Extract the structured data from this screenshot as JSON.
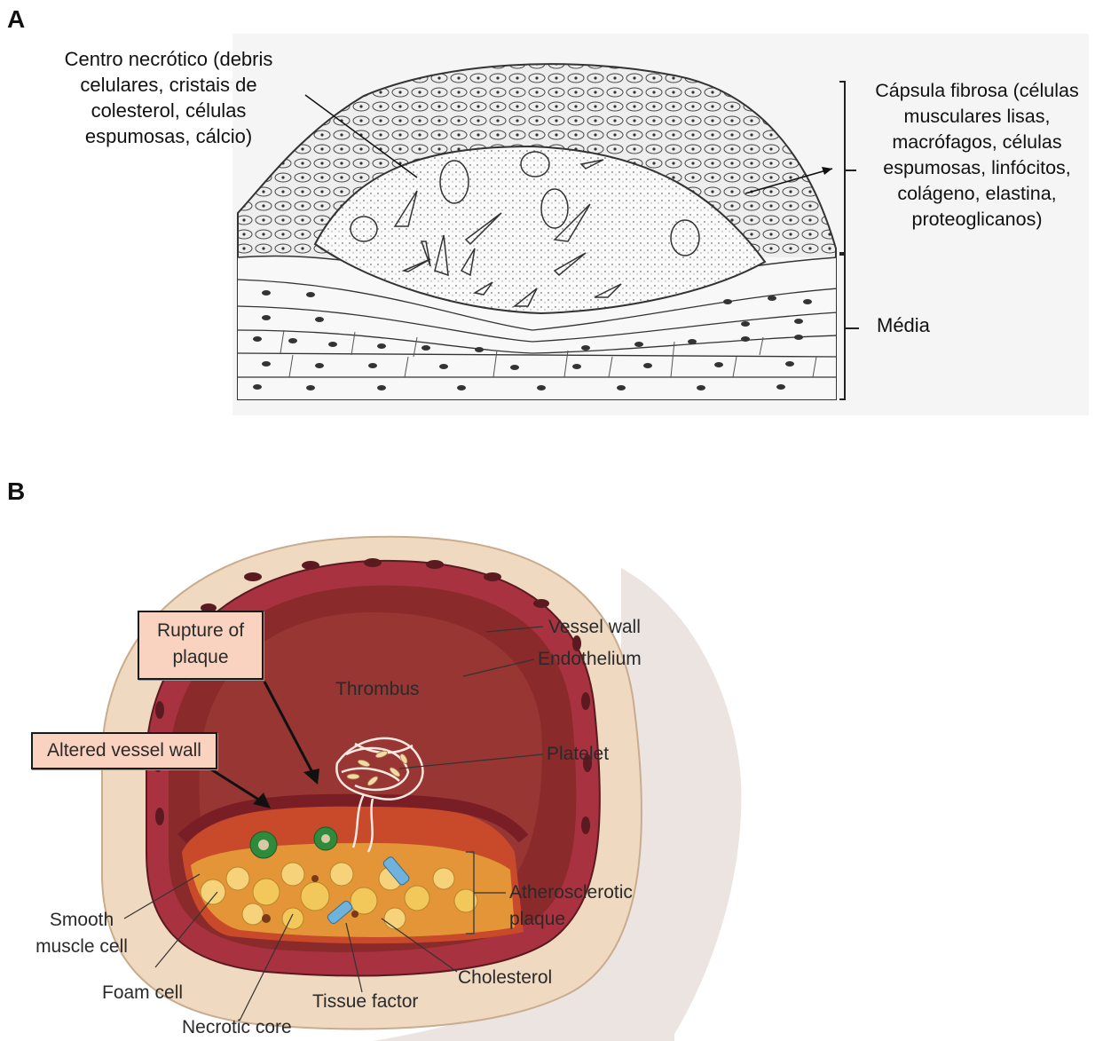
{
  "panel_a": {
    "letter": "A",
    "label_necrotic": "Centro necrótico (debris\ncelulares, cristais de\ncolesterol, células\nespumosas, cálcio)",
    "label_capsule": "Cápsula fibrosa (células\nmusculares lisas,\nmacrófagos, células\nespumosas, linfócitos,\ncolágeno, elastina,\nproteoglicanos)",
    "label_media": "Média"
  },
  "panel_b": {
    "letter": "B",
    "callout_rupture": "Rupture of\nplaque",
    "callout_altered": "Altered vessel wall",
    "label_vessel_wall": "Vessel wall",
    "label_endothelium": "Endothelium",
    "label_thrombus": "Thrombus",
    "label_platelet": "Platelet",
    "label_plaque": "Atherosclerotic\nplaque",
    "label_smooth": "Smooth\nmuscle cell",
    "label_foam": "Foam cell",
    "label_necrotic": "Necrotic core",
    "label_tissue": "Tissue factor",
    "label_cholesterol": "Cholesterol"
  },
  "colors": {
    "vessel_wall": "#efd9c0",
    "lumen": "#8a2a2a",
    "endothelium": "#a8323f",
    "callout_fill": "#f9d3bf",
    "foam_cell": "#f2c85a",
    "tissue_factor": "#6fb3dc",
    "macrophage": "#2f8a3c"
  }
}
